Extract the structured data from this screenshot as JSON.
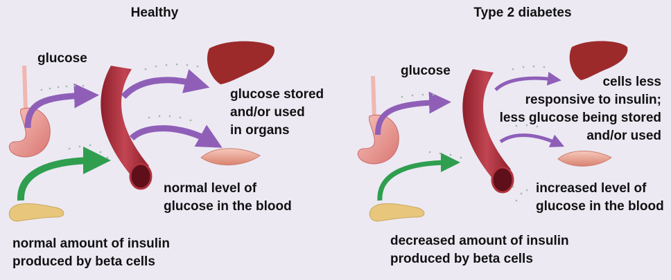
{
  "panels": [
    {
      "title": "Healthy",
      "glucose_label": "glucose",
      "organ_label": [
        "glucose stored",
        "and/or used",
        "in organs"
      ],
      "blood_label": [
        "normal level of",
        "glucose in the blood"
      ],
      "insulin_label": [
        "normal amount of insulin",
        "produced by beta cells"
      ]
    },
    {
      "title": "Type 2 diabetes",
      "glucose_label": "glucose",
      "organ_label": [
        "cells less",
        "responsive to insulin;",
        "less glucose being stored",
        "and/or used"
      ],
      "blood_label": [
        "increased level of",
        "glucose in the blood"
      ],
      "insulin_label": [
        "decreased amount of insulin",
        "produced by beta cells"
      ]
    }
  ],
  "colors": {
    "background": "#ece9f3",
    "vessel": "#b0333e",
    "liver": "#9c2a2a",
    "muscle": "#e9a08f",
    "stomach": "#e8908d",
    "pancreas": "#e8c77c",
    "glucose_arrow": "#8f5fb8",
    "insulin_arrow": "#2f9e4f",
    "dots": "#9fb8a2"
  }
}
